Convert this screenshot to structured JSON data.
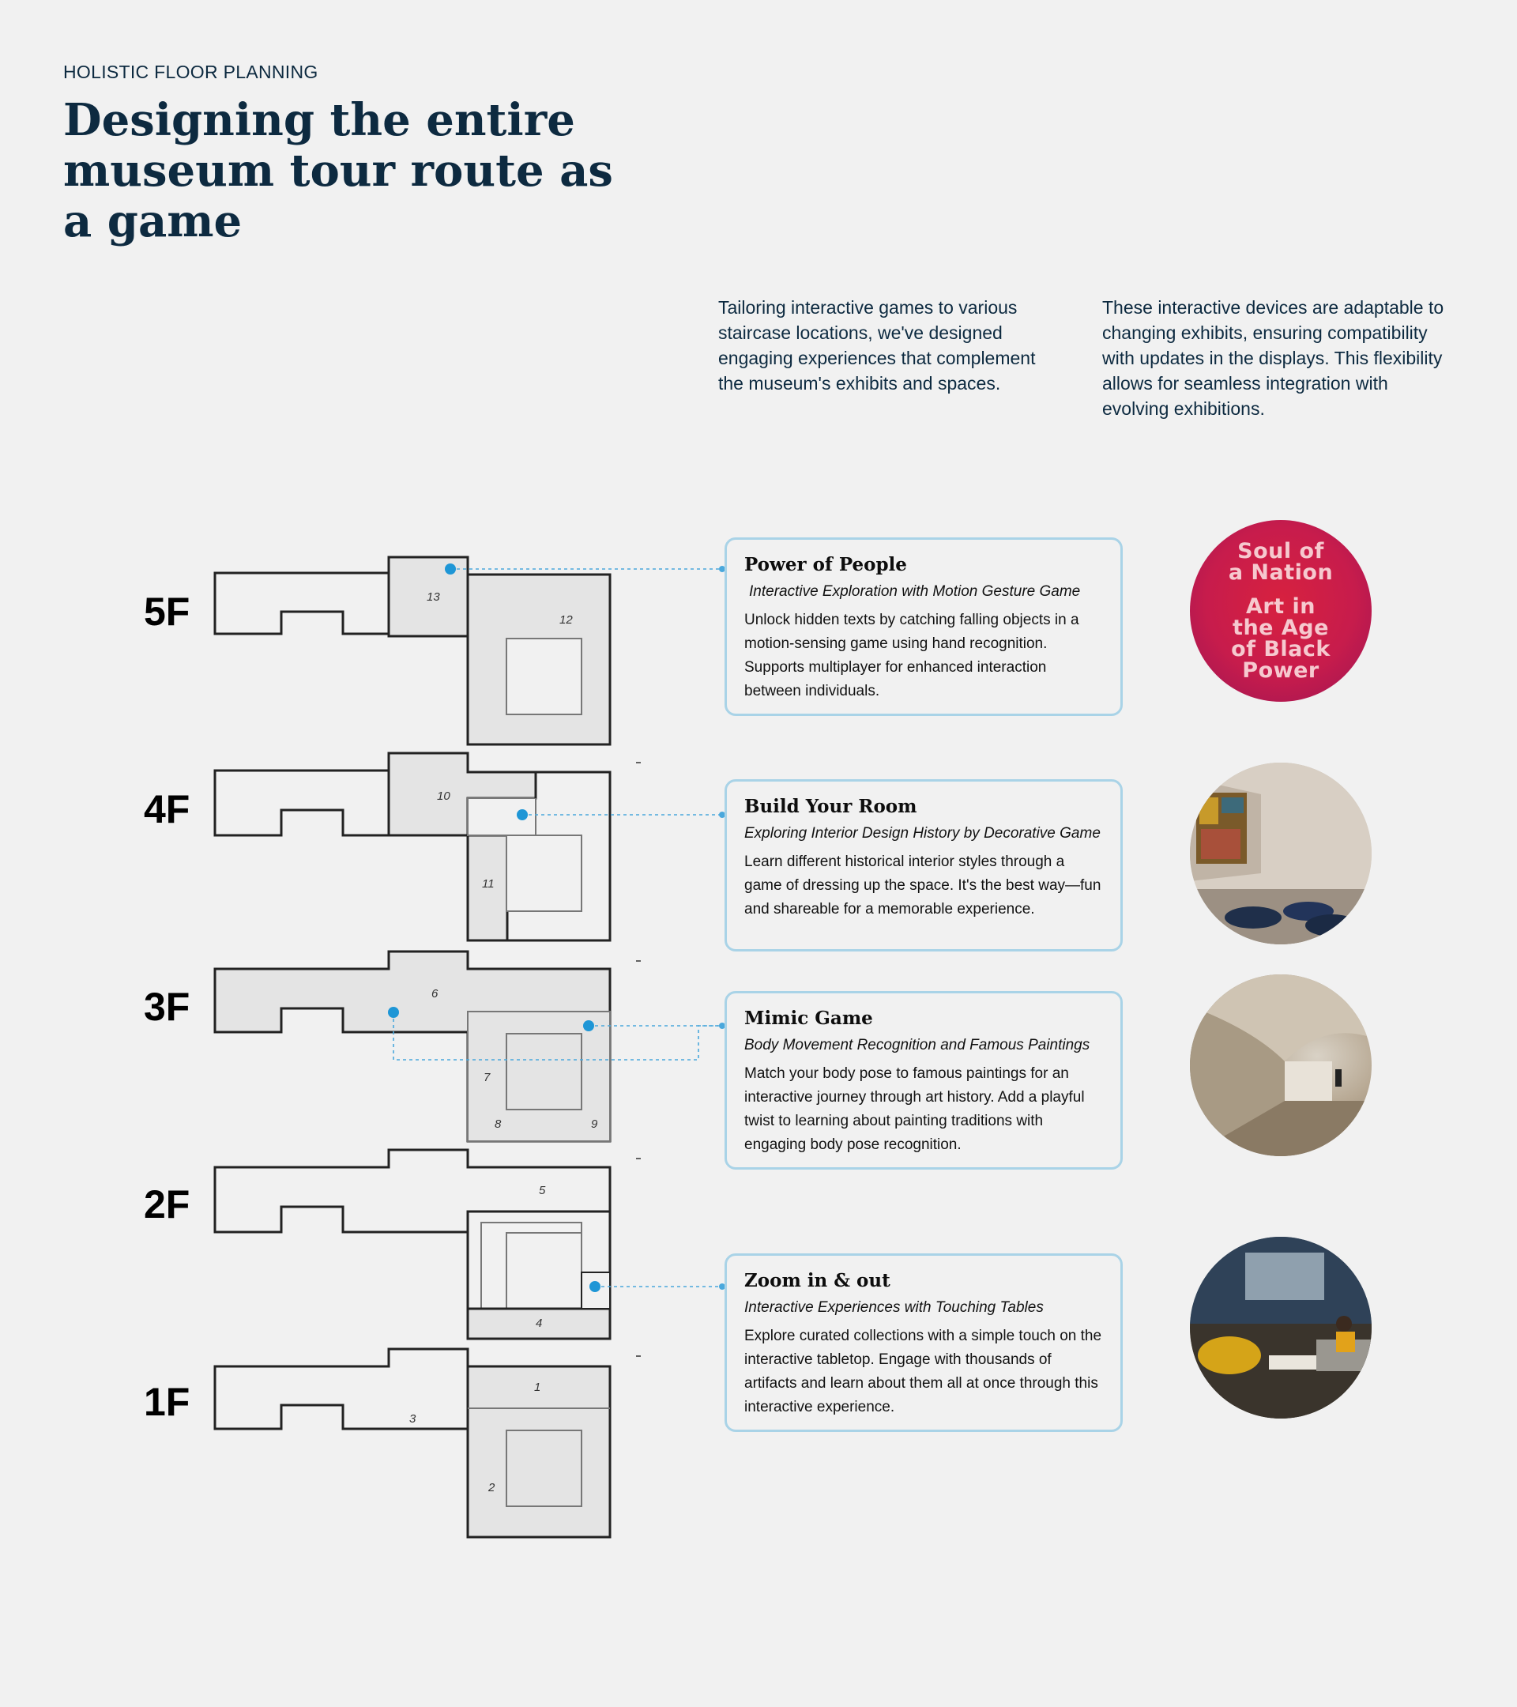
{
  "header": {
    "eyebrow": "HOLISTIC FLOOR PLANNING",
    "headline": "Designing the entire museum tour route as a game"
  },
  "intro": {
    "left": "Tailoring interactive games to various staircase locations, we've designed engaging experiences that complement the museum's exhibits and spaces.",
    "right": "These interactive devices are adaptable to changing exhibits, ensuring compatibility with updates in the displays. This flexibility allows for seamless integration with evolving exhibitions."
  },
  "floors": [
    {
      "label": "5F",
      "rooms": [
        "13",
        "12"
      ]
    },
    {
      "label": "4F",
      "rooms": [
        "10",
        "11"
      ]
    },
    {
      "label": "3F",
      "rooms": [
        "6",
        "7",
        "8",
        "9"
      ]
    },
    {
      "label": "2F",
      "rooms": [
        "5",
        "4"
      ]
    },
    {
      "label": "1F",
      "rooms": [
        "1",
        "3",
        "2"
      ]
    }
  ],
  "cards": [
    {
      "title": "Power of People",
      "subtitle": "Interactive Exploration with Motion Gesture Game",
      "body": "Unlock hidden texts by catching falling objects in a motion-sensing game using hand recognition. Supports multiplayer for enhanced interaction between individuals."
    },
    {
      "title": "Build Your Room",
      "subtitle": "Exploring Interior Design History by Decorative Game",
      "body": "Learn different historical interior styles through a game of dressing up the space. It's the best way—fun and shareable for a memorable experience."
    },
    {
      "title": "Mimic Game",
      "subtitle": "Body Movement Recognition and Famous Paintings",
      "body": "Match your body pose to famous paintings for an interactive journey through art history. Add a playful twist to learning about painting traditions with engaging body pose recognition."
    },
    {
      "title": "Zoom in & out",
      "subtitle": "Interactive Experiences with Touching Tables",
      "body": "Explore curated collections with a simple touch on the interactive tabletop. Engage with thousands of artifacts and learn about them all at once through this interactive experience."
    }
  ],
  "poster": {
    "line1": "Soul of",
    "line2": "a Nation",
    "line3": "Art in",
    "line4": "the Age",
    "line5": "of Black",
    "line6": "Power"
  },
  "colors": {
    "background": "#f1f1f1",
    "heading": "#0d2a40",
    "accent_blue": "#1e96d6",
    "card_border": "#a9d3e7",
    "room_fill": "#e4e4e4"
  }
}
